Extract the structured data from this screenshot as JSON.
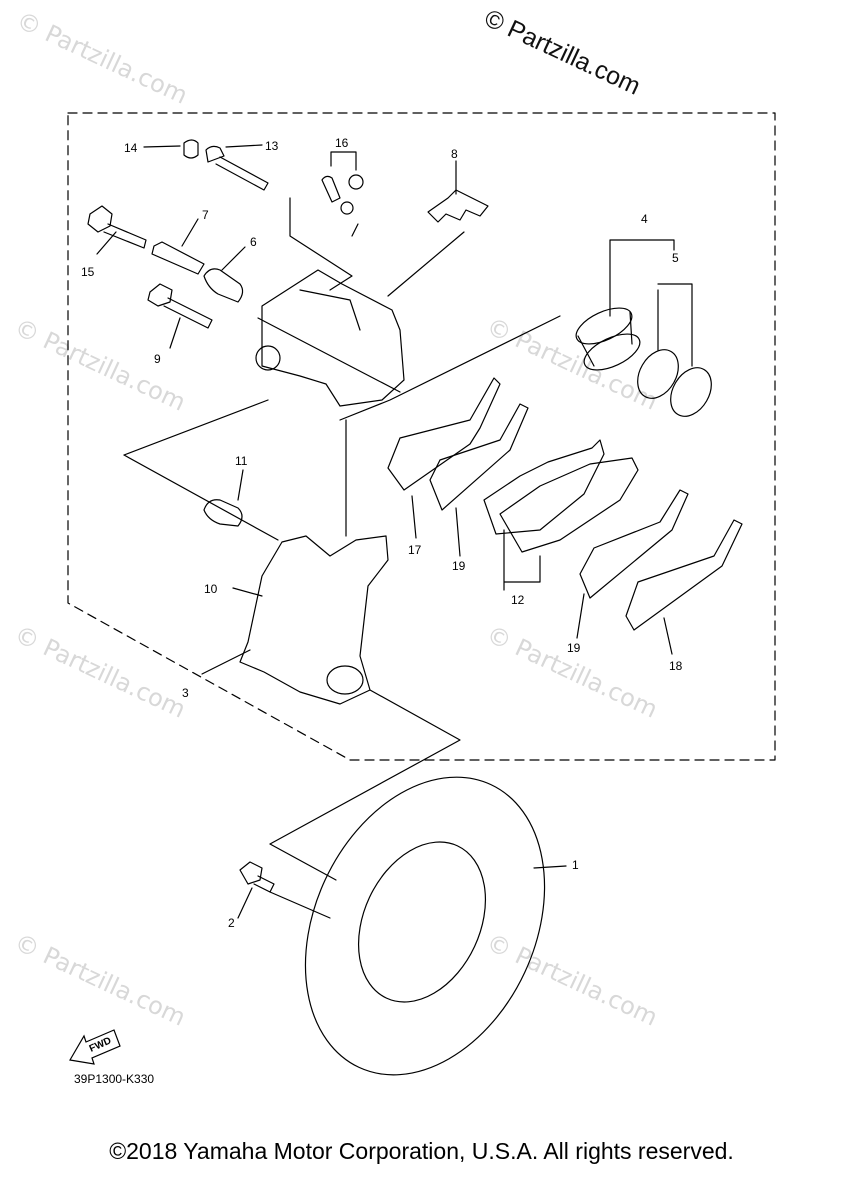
{
  "watermarks": {
    "main": "© Partzilla.com",
    "faint": "© Partzilla.com"
  },
  "callouts": [
    "1",
    "2",
    "3",
    "4",
    "5",
    "6",
    "7",
    "8",
    "9",
    "10",
    "11",
    "12",
    "13",
    "14",
    "15",
    "16",
    "17",
    "18",
    "19",
    "19"
  ],
  "fwd_label": "FWD",
  "diagram_code": "39P1300-K330",
  "footer": "©2018 Yamaha Motor Corporation, U.S.A. All rights reserved.",
  "colors": {
    "line": "#000000",
    "watermark": "#d8d8d8"
  }
}
